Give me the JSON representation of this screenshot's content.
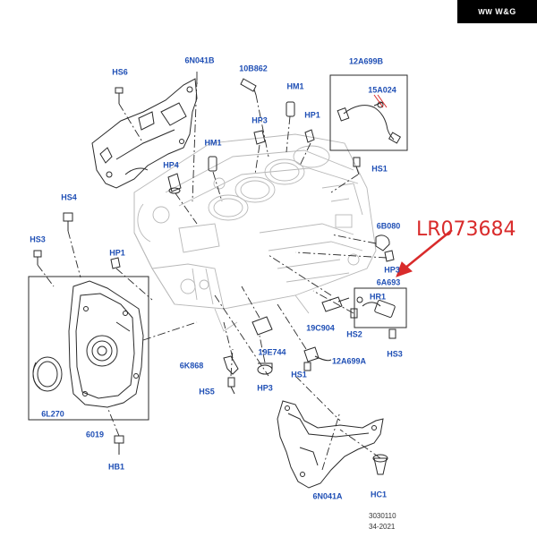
{
  "watermark": {
    "mark": "WW",
    "text": "W&G"
  },
  "part_number": "LR073684",
  "colors": {
    "label": "#1f4fb5",
    "annotation": "#d92b2b",
    "line_art": "#2a2a2a",
    "background": "#ffffff"
  },
  "labels": [
    {
      "id": "6N041B",
      "text": "6N041B"
    },
    {
      "id": "HS6",
      "text": "HS6"
    },
    {
      "id": "10B862",
      "text": "10B862"
    },
    {
      "id": "12A699B",
      "text": "12A699B"
    },
    {
      "id": "HM1-top",
      "text": "HM1"
    },
    {
      "id": "15A024",
      "text": "15A024"
    },
    {
      "id": "HP1-top",
      "text": "HP1"
    },
    {
      "id": "HP3-top",
      "text": "HP3"
    },
    {
      "id": "HM1-mid",
      "text": "HM1"
    },
    {
      "id": "HS1-top",
      "text": "HS1"
    },
    {
      "id": "HP4",
      "text": "HP4"
    },
    {
      "id": "HS4",
      "text": "HS4"
    },
    {
      "id": "6B080",
      "text": "6B080"
    },
    {
      "id": "HS3-left",
      "text": "HS3"
    },
    {
      "id": "HP3-right",
      "text": "HP3"
    },
    {
      "id": "HP1-left",
      "text": "HP1"
    },
    {
      "id": "6A693",
      "text": "6A693"
    },
    {
      "id": "HR1",
      "text": "HR1"
    },
    {
      "id": "19C904",
      "text": "19C904"
    },
    {
      "id": "HS2",
      "text": "HS2"
    },
    {
      "id": "HS3-right",
      "text": "HS3"
    },
    {
      "id": "19E744",
      "text": "19E744"
    },
    {
      "id": "12A699A",
      "text": "12A699A"
    },
    {
      "id": "6K868",
      "text": "6K868"
    },
    {
      "id": "HS1-bottom",
      "text": "HS1"
    },
    {
      "id": "HS5",
      "text": "HS5"
    },
    {
      "id": "HP3-bottom",
      "text": "HP3"
    },
    {
      "id": "6L270",
      "text": "6L270"
    },
    {
      "id": "6019",
      "text": "6019"
    },
    {
      "id": "HB1",
      "text": "HB1"
    },
    {
      "id": "6N041A",
      "text": "6N041A"
    },
    {
      "id": "HC1",
      "text": "HC1"
    }
  ],
  "reference": {
    "figure_code": "3030110",
    "date_code": "34-2021"
  }
}
